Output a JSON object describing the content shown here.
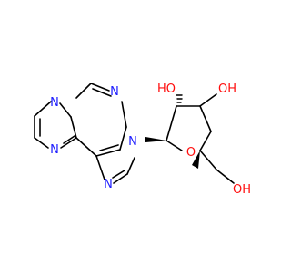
{
  "molecule": {
    "background": "#ffffff",
    "bond_color": "#000000",
    "colors": {
      "N": "#2020ff",
      "O": "#ff0d0d"
    },
    "labels": {
      "n_imidazo_ring": "N",
      "n_bridgehead": "N",
      "n_pyrimidine": "N",
      "n_glycosidic": "N",
      "n_imidazole": "N",
      "o_hydroxyl_2": "HO",
      "o_hydroxyl_3": "OH",
      "o_ring": "O",
      "o_hydroxymethyl": "OH"
    }
  }
}
